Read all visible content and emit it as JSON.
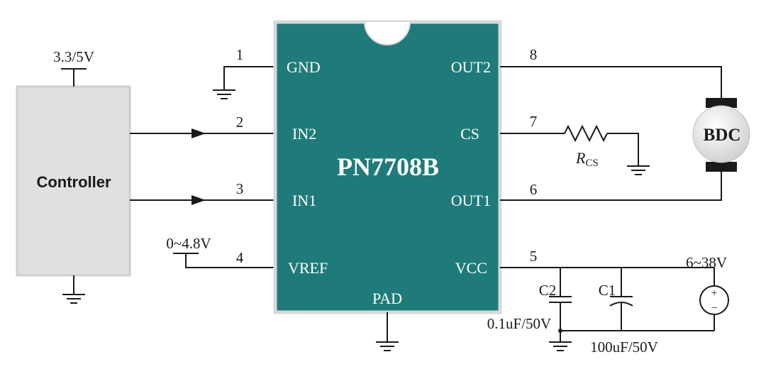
{
  "chip": {
    "name": "PN7708B",
    "color": "#1f7b79",
    "border_color": "#d8d8d8",
    "pins": {
      "gnd": {
        "label": "GND",
        "number": "1"
      },
      "in2": {
        "label": "IN2",
        "number": "2"
      },
      "in1": {
        "label": "IN1",
        "number": "3"
      },
      "vref": {
        "label": "VREF",
        "number": "4"
      },
      "vcc": {
        "label": "VCC",
        "number": "5"
      },
      "out1": {
        "label": "OUT1",
        "number": "6"
      },
      "cs": {
        "label": "CS",
        "number": "7"
      },
      "out2": {
        "label": "OUT2",
        "number": "8"
      },
      "pad": {
        "label": "PAD"
      }
    }
  },
  "controller": {
    "label": "Controller",
    "supply": "3.3/5V",
    "fill": "#e0e0e0"
  },
  "vref_source": "0~4.8V",
  "resistor": {
    "letter": "R",
    "subscript": "CS"
  },
  "motor": {
    "label": "BDC"
  },
  "capacitors": {
    "c2": {
      "name": "C2",
      "value": "0.1uF/50V"
    },
    "c1": {
      "name": "C1",
      "value": "100uF/50V"
    }
  },
  "supply_source": {
    "label": "6~38V",
    "plus": "+",
    "minus": "−"
  }
}
